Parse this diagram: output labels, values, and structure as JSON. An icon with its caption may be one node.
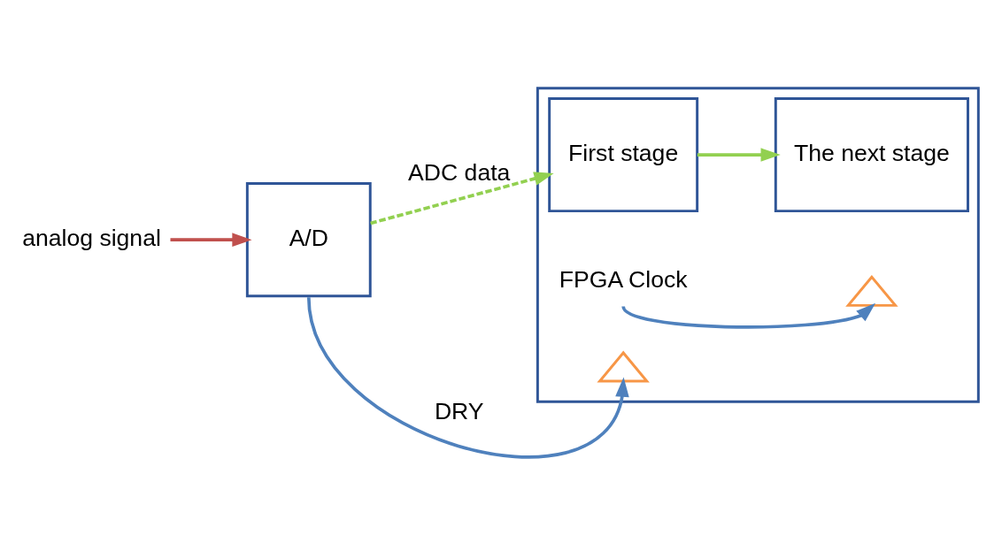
{
  "diagram": {
    "nodes": [
      {
        "text": [
          "analog signal"
        ]
      },
      {
        "text": [
          "A/D"
        ]
      },
      {
        "text": [],
        "shape": "box"
      },
      {
        "text": [
          "First stage"
        ],
        "in": 2
      },
      {
        "text": [
          "The next stage"
        ],
        "in": 2
      },
      {
        "text": [
          "FPGA Clock"
        ],
        "in": 2
      },
      {
        "text": [],
        "shape": "triangle",
        "in": 2
      },
      {
        "text": [],
        "shape": "triangle",
        "in": 2
      }
    ],
    "edges": [
      {
        "from": 0,
        "to": 1,
        "arrow": "to",
        "color": "#c0504d"
      },
      {
        "from": 1,
        "to": 3,
        "arrow": "to",
        "label": "ADC data",
        "style": "dashed",
        "color": "#92d050"
      },
      {
        "from": 3,
        "to": 4,
        "arrow": "to",
        "color": "#92d050"
      },
      {
        "from": 1,
        "to": 6,
        "arrow": "to",
        "label": "DRY",
        "color": "#4f81bd"
      },
      {
        "from": 5,
        "to": 7,
        "arrow": "to",
        "color": "#4f81bd"
      }
    ]
  }
}
